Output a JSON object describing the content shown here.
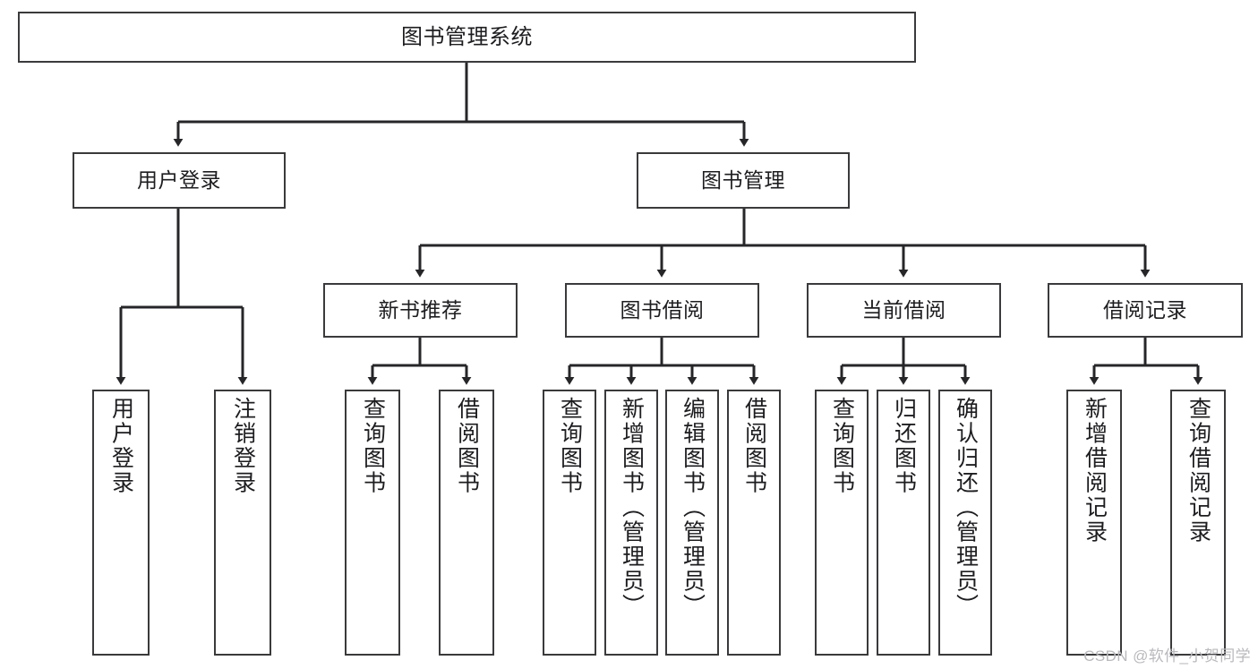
{
  "diagram": {
    "title": "图书管理系统",
    "type": "tree-hierarchy-diagram",
    "colors": {
      "box_border": "#3a3a3c",
      "box_fill": "#ffffff",
      "edge": "#262629",
      "text": "#1d1d20",
      "watermark": "#b9b9bd"
    },
    "root": {
      "id": "root",
      "label": "图书管理系统"
    },
    "level2": [
      {
        "id": "user-login",
        "label": "用户登录"
      },
      {
        "id": "book-management",
        "label": "图书管理"
      }
    ],
    "level3": [
      {
        "id": "new-book-recommend",
        "label": "新书推荐"
      },
      {
        "id": "book-borrow",
        "label": "图书借阅"
      },
      {
        "id": "current-borrow",
        "label": "当前借阅"
      },
      {
        "id": "borrow-record",
        "label": "借阅记录"
      }
    ],
    "leaves": [
      {
        "id": "leaf-user-login",
        "parent": "user-login",
        "label": "用户登录"
      },
      {
        "id": "leaf-logout-login",
        "parent": "user-login",
        "label": "注销登录"
      },
      {
        "id": "leaf-query-book-1",
        "parent": "new-book-recommend",
        "label": "查询图书"
      },
      {
        "id": "leaf-borrow-book-1",
        "parent": "new-book-recommend",
        "label": "借阅图书"
      },
      {
        "id": "leaf-query-book-2",
        "parent": "book-borrow",
        "label": "查询图书"
      },
      {
        "id": "leaf-add-book",
        "parent": "book-borrow",
        "label": "新增图书（管理员）"
      },
      {
        "id": "leaf-edit-book",
        "parent": "book-borrow",
        "label": "编辑图书（管理员）"
      },
      {
        "id": "leaf-borrow-book-2",
        "parent": "book-borrow",
        "label": "借阅图书"
      },
      {
        "id": "leaf-query-book-3",
        "parent": "current-borrow",
        "label": "查询图书"
      },
      {
        "id": "leaf-return-book",
        "parent": "current-borrow",
        "label": "归还图书"
      },
      {
        "id": "leaf-confirm-return",
        "parent": "current-borrow",
        "label": "确认归还（管理员）"
      },
      {
        "id": "leaf-add-record",
        "parent": "borrow-record",
        "label": "新增借阅记录"
      },
      {
        "id": "leaf-query-record",
        "parent": "borrow-record",
        "label": "查询借阅记录"
      }
    ],
    "watermark": "CSDN @软件_小贺同学"
  }
}
